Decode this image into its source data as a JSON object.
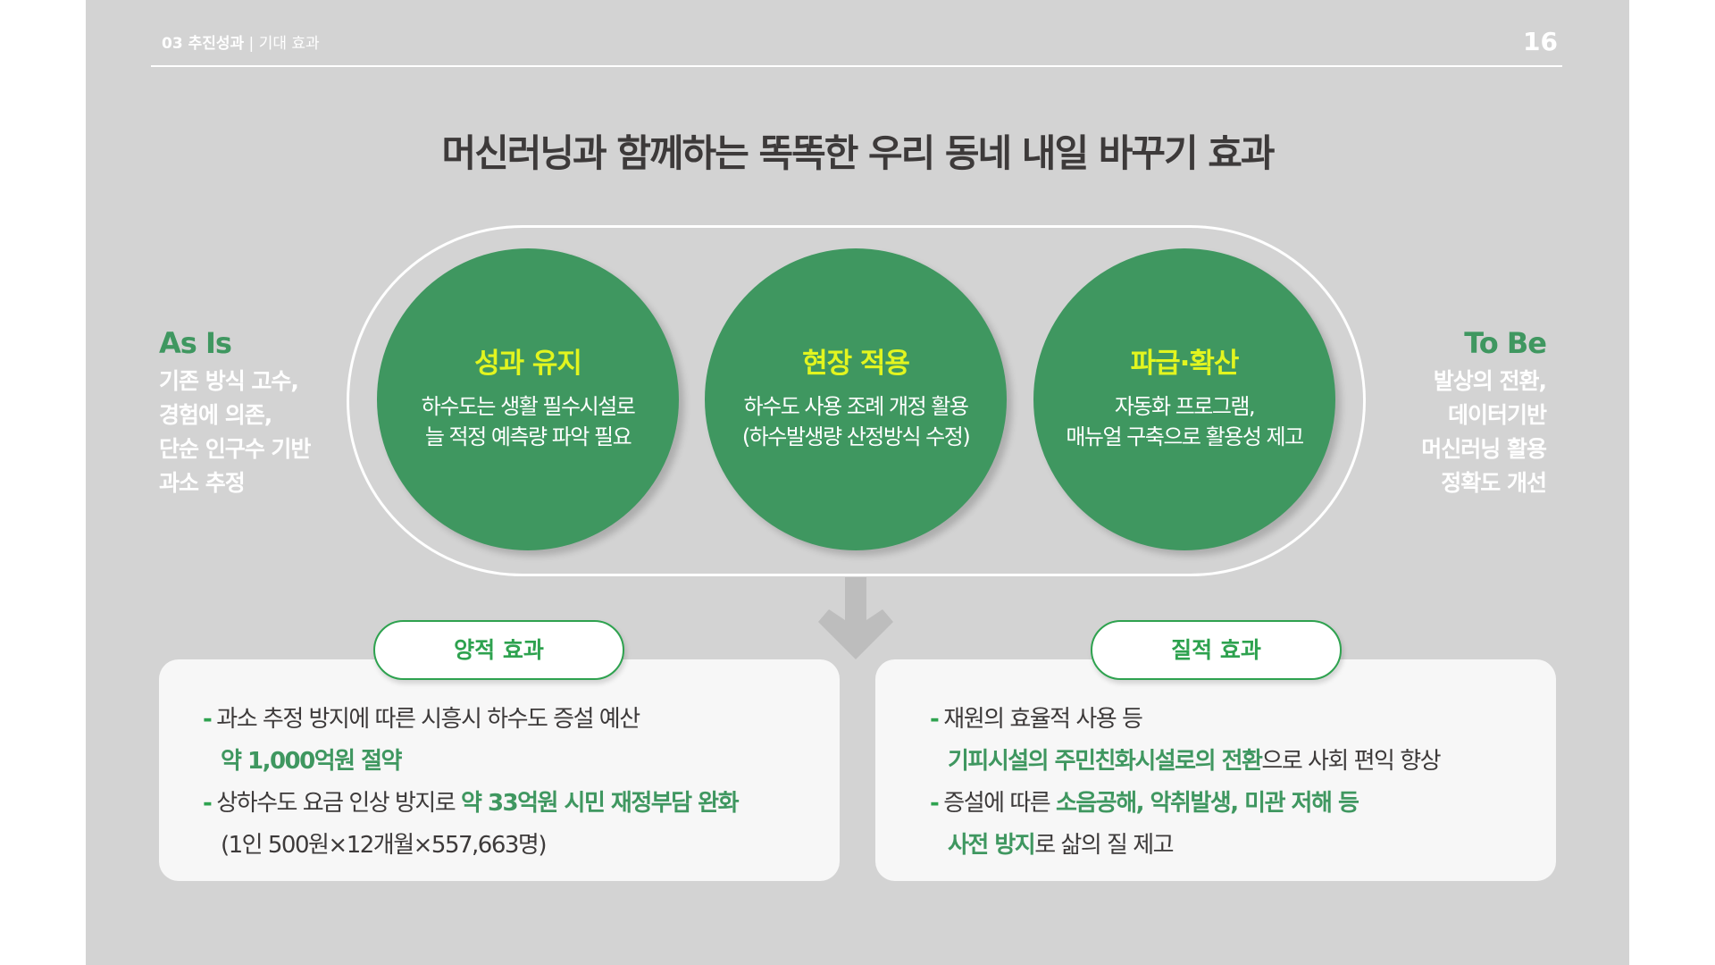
{
  "header": {
    "section": "03 추진성과",
    "divider": " | ",
    "subsection": "기대 효과",
    "page_number": "16"
  },
  "title": "머신러닝과 함께하는 똑똑한 우리 동네 내일 바꾸기 효과",
  "as_is": {
    "heading": "As Is",
    "lines": [
      "기존 방식 고수,",
      "경험에 의존,",
      "단순 인구수 기반",
      "과소 추정"
    ]
  },
  "to_be": {
    "heading": "To Be",
    "lines": [
      "발상의 전환,",
      "데이터기반",
      "머신러닝 활용",
      "정확도 개선"
    ]
  },
  "circles": [
    {
      "title": "성과 유지",
      "lines": [
        "하수도는 생활 필수시설로",
        "늘 적정 예측량 파악 필요"
      ]
    },
    {
      "title": "현장 적용",
      "lines": [
        "하수도 사용 조례 개정 활용",
        "(하수발생량 산정방식 수정)"
      ]
    },
    {
      "title": "파급·확산",
      "lines": [
        "자동화 프로그램,",
        "매뉴얼 구축으로 활용성 제고"
      ]
    }
  ],
  "quantitative": {
    "label": "양적 효과",
    "l1": "과소 추정 방지에 따른 시흥시 하수도 증설 예산",
    "l2": "약 1,000억원 절약",
    "l3a": "상하수도 요금 인상 방지로 ",
    "l3b": "약 33억원 시민 재정부담 완화",
    "l4": "(1인 500원×12개월×557,663명)"
  },
  "qualitative": {
    "label": "질적 효과",
    "l1": "재원의 효율적 사용 등",
    "l2a": "기피시설의 주민친화시설로의 전환",
    "l2b": "으로 사회 편익 향상",
    "l3a": "증설에 따른 ",
    "l3b": "소음공해, 악취발생, 미관 저해 등",
    "l4a": "사전 방지",
    "l4b": "로 삶의 질 제고"
  },
  "bullet": "-"
}
